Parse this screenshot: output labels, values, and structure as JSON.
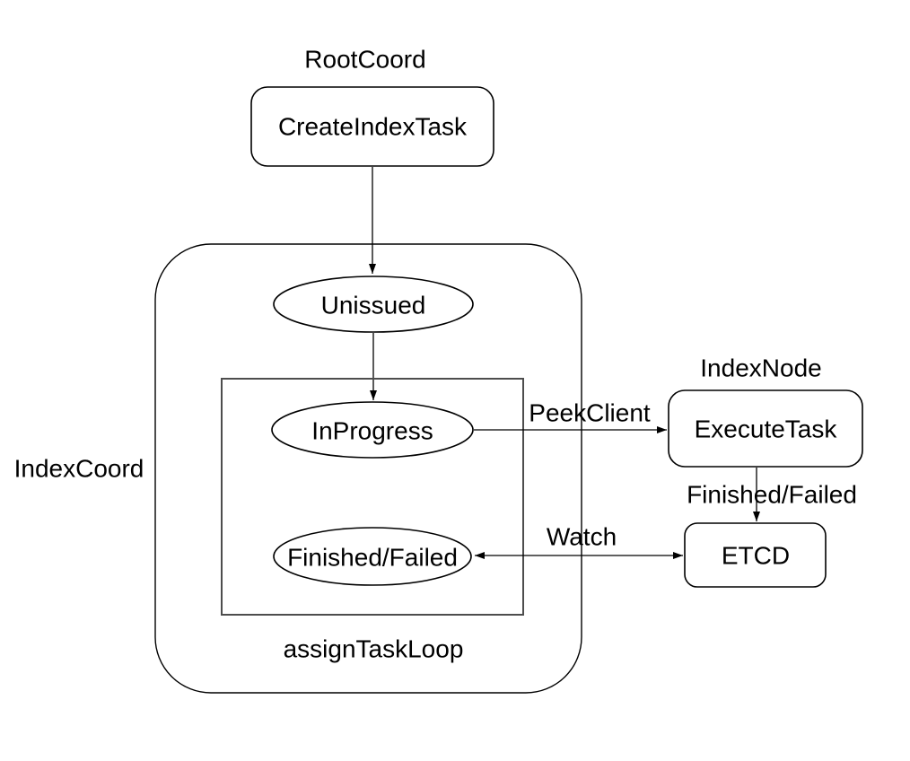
{
  "diagram": {
    "colors": {
      "background": "#ffffff",
      "stroke": "#000000",
      "loop_stroke": "#4d4d4d",
      "text": "#000000"
    },
    "containers": {
      "root_coord": "RootCoord",
      "index_coord": "IndexCoord",
      "index_node": "IndexNode",
      "assign_task_loop": "assignTaskLoop"
    },
    "nodes": {
      "create_index_task": "CreateIndexTask",
      "unissued": "Unissued",
      "in_progress": "InProgress",
      "finished_failed": "Finished/Failed",
      "execute_task": "ExecuteTask",
      "etcd": "ETCD"
    },
    "edge_labels": {
      "peek_client": "PeekClient",
      "finished_failed": "Finished/Failed",
      "watch": "Watch"
    }
  }
}
